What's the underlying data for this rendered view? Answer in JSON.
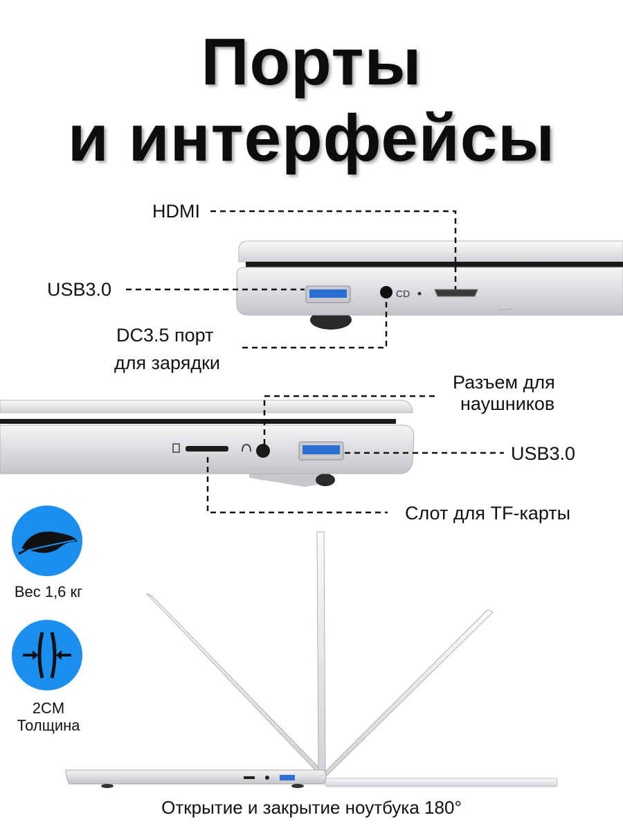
{
  "title": {
    "line1": "Порты",
    "line2": "и интерфейсы"
  },
  "ports": {
    "hdmi": "HDMI",
    "usb_left": "USB3.0",
    "dc_line1": "DC3.5 порт",
    "dc_line2": "для зарядки",
    "cd_mark": "CD",
    "headphone_line1": "Разъем для",
    "headphone_line2": "наушников",
    "usb_right": "USB3.0",
    "tf_slot": "Слот для TF-карты"
  },
  "features": {
    "weight": "Вес 1,6 кг",
    "thickness_line1": "2CM",
    "thickness_line2": "Толщина"
  },
  "caption": "Открытие и закрытие ноутбука 180°",
  "colors": {
    "accent": "#1a8ff0",
    "usb_blue": "#2a6fd6"
  }
}
